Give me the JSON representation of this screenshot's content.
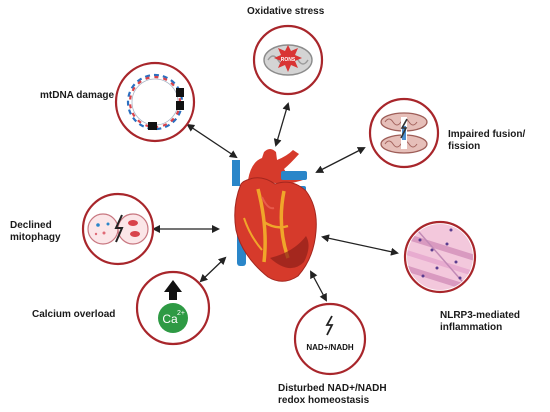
{
  "labels": {
    "oxidative_stress": "Oxidative stress",
    "mtdna_damage": "mtDNA damage",
    "impaired_fusion_line1": "Impaired fusion/",
    "impaired_fusion_line2": "fission",
    "declined_mitophagy_line1": "Declined",
    "declined_mitophagy_line2": "mitophagy",
    "calcium_overload": "Calcium overload",
    "nlrp3_line1": "NLRP3-mediated",
    "nlrp3_line2": "inflammation",
    "disturbed_nad_line1": "Disturbed NAD+/NADH",
    "disturbed_nad_line2": "redox homeostasis"
  },
  "icon_text": {
    "rons": "RONS",
    "nad_nadh": "NAD+/NADH",
    "calcium_ion": "Ca",
    "calcium_charge": "2+"
  },
  "colors": {
    "circle_border": "#a8262b",
    "heart_red": "#d63a2b",
    "vessel_blue": "#2a86c9",
    "calcium_green": "#2e9a44",
    "arrow": "#222222"
  }
}
